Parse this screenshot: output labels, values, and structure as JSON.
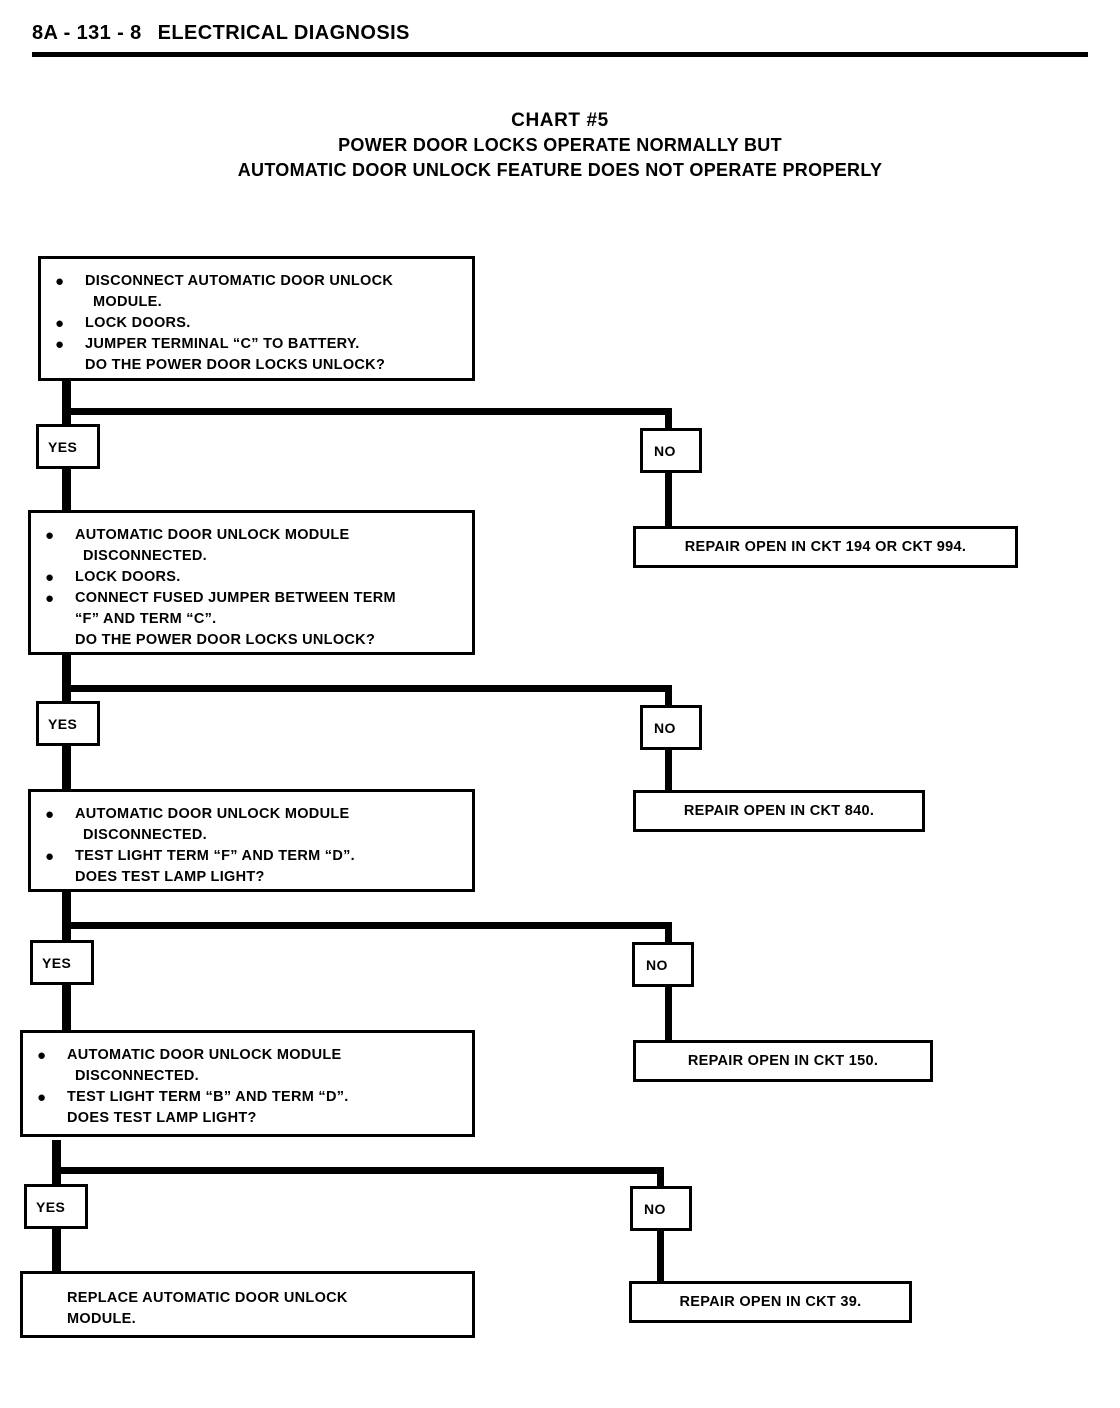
{
  "header": {
    "code": "8A - 131 - 8",
    "section": "ELECTRICAL DIAGNOSIS"
  },
  "title": {
    "chart_number": "CHART #5",
    "line1": "POWER DOOR LOCKS OPERATE NORMALLY BUT",
    "line2": "AUTOMATIC DOOR UNLOCK FEATURE DOES NOT OPERATE PROPERLY"
  },
  "colors": {
    "ink": "#000000",
    "paper": "#ffffff"
  },
  "steps": [
    {
      "id": "step-1",
      "bullets": [
        "DISCONNECT AUTOMATIC DOOR UNLOCK",
        "LOCK DOORS.",
        "JUMPER TERMINAL “C” TO BATTERY."
      ],
      "cont1": "MODULE.",
      "question": "DO THE POWER DOOR LOCKS UNLOCK?"
    },
    {
      "id": "step-2",
      "bullets": [
        "AUTOMATIC DOOR UNLOCK MODULE",
        "LOCK DOORS.",
        "CONNECT FUSED JUMPER BETWEEN TERM"
      ],
      "cont1": "DISCONNECTED.",
      "cont2": "“F” AND TERM “C”.",
      "question": "DO THE POWER DOOR LOCKS UNLOCK?"
    },
    {
      "id": "step-3",
      "bullets": [
        "AUTOMATIC DOOR UNLOCK MODULE",
        "TEST LIGHT TERM “F” AND TERM “D”."
      ],
      "cont1": "DISCONNECTED.",
      "question": "DOES TEST LAMP LIGHT?"
    },
    {
      "id": "step-4",
      "bullets": [
        "AUTOMATIC DOOR UNLOCK MODULE",
        "TEST LIGHT TERM “B” AND TERM “D”."
      ],
      "cont1": "DISCONNECTED.",
      "question": "DOES TEST LAMP LIGHT?"
    }
  ],
  "outcome": {
    "line1": "REPLACE AUTOMATIC DOOR UNLOCK",
    "line2": "MODULE."
  },
  "branches": [
    {
      "yes_label": "YES",
      "no_label": "NO"
    },
    {
      "yes_label": "YES",
      "no_label": "NO"
    },
    {
      "yes_label": "YES",
      "no_label": "NO"
    },
    {
      "yes_label": "YES",
      "no_label": "NO"
    }
  ],
  "repairs": [
    {
      "id": "repair-1",
      "text": "REPAIR OPEN IN CKT 194 OR CKT 994."
    },
    {
      "id": "repair-2",
      "text": "REPAIR OPEN IN CKT 840."
    },
    {
      "id": "repair-3",
      "text": "REPAIR OPEN IN CKT 150."
    },
    {
      "id": "repair-4",
      "text": "REPAIR OPEN IN CKT 39."
    }
  ]
}
